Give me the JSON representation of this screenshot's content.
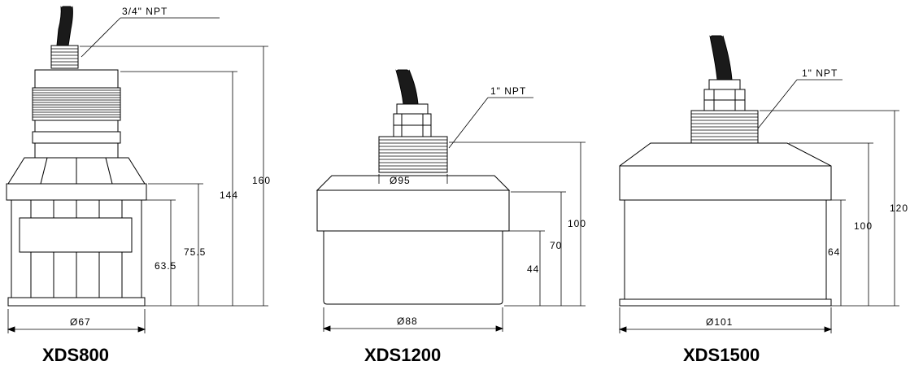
{
  "models": [
    {
      "name": "XDS800",
      "thread": "3/4\" NPT",
      "dims": {
        "total_height": "160",
        "height_a": "144",
        "height_b": "75.5",
        "height_c": "63.5",
        "diameter": "Ø67"
      }
    },
    {
      "name": "XDS1200",
      "thread": "1\" NPT",
      "dims": {
        "top_diameter": "Ø95",
        "total_height": "100",
        "height_b": "70",
        "height_c": "44",
        "diameter": "Ø88"
      }
    },
    {
      "name": "XDS1500",
      "thread": "1\" NPT",
      "dims": {
        "total_height": "120",
        "height_a": "100",
        "height_c": "64",
        "diameter": "Ø101"
      }
    }
  ],
  "colors": {
    "line": "#000000",
    "background": "#ffffff",
    "cable": "#1a1a1a"
  }
}
